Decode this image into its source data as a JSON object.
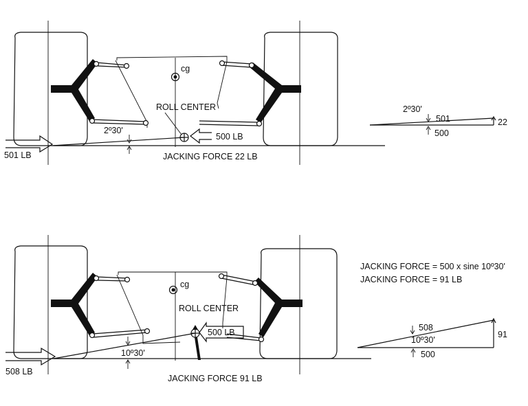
{
  "top": {
    "cg_label": "cg",
    "roll_center_label": "ROLL CENTER",
    "angle_label": "2º30'",
    "side_force_label": "500 LB",
    "input_force_label": "501 LB",
    "jacking_label": "JACKING FORCE 22 LB",
    "vector": {
      "angle": "2º30'",
      "hyp": "501",
      "vertical": "22",
      "base": "500"
    }
  },
  "bottom": {
    "cg_label": "cg",
    "roll_center_label": "ROLL CENTER",
    "angle_label": "10º30'",
    "side_force_label": "500 LB",
    "input_force_label": "508 LB",
    "jacking_label": "JACKING FORCE 91 LB",
    "formula_line1": "JACKING FORCE = 500 x sine 10º30'",
    "formula_line2": "JACKING FORCE = 91 LB",
    "vector": {
      "hyp": "508",
      "angle": "10º30'",
      "vertical": "91",
      "base": "500"
    }
  }
}
